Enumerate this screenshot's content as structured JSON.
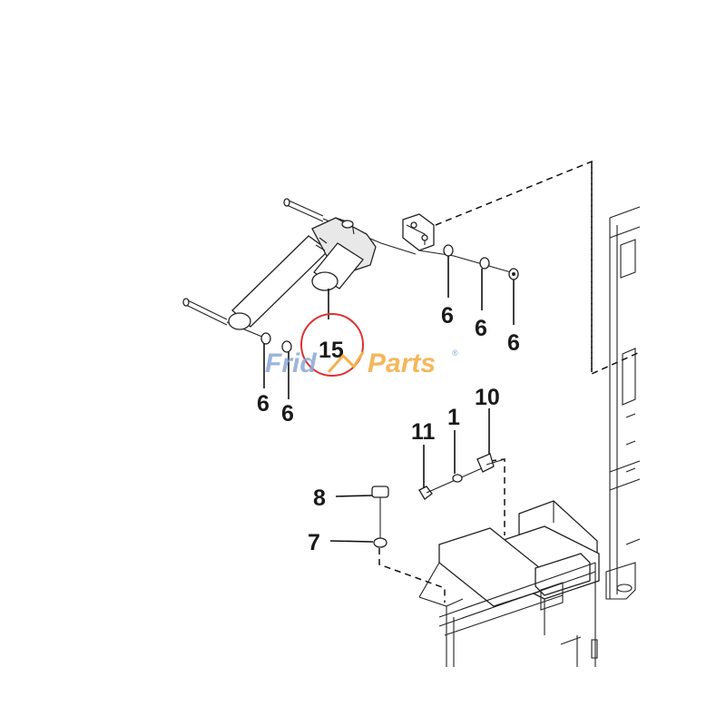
{
  "callouts": {
    "c15": "15",
    "c6a": "6",
    "c6b": "6",
    "c6c": "6",
    "c6d": "6",
    "c6e": "6",
    "c10": "10",
    "c11": "11",
    "c1": "1",
    "c8": "8",
    "c7": "7"
  },
  "watermark": {
    "brand_a": "Frid",
    "brand_b": "Parts",
    "mark": "®"
  },
  "colors": {
    "highlight_circle": "#e03030",
    "watermark_blue": "#8aa8d6",
    "watermark_orange": "#f5b04a",
    "line": "#111111"
  }
}
